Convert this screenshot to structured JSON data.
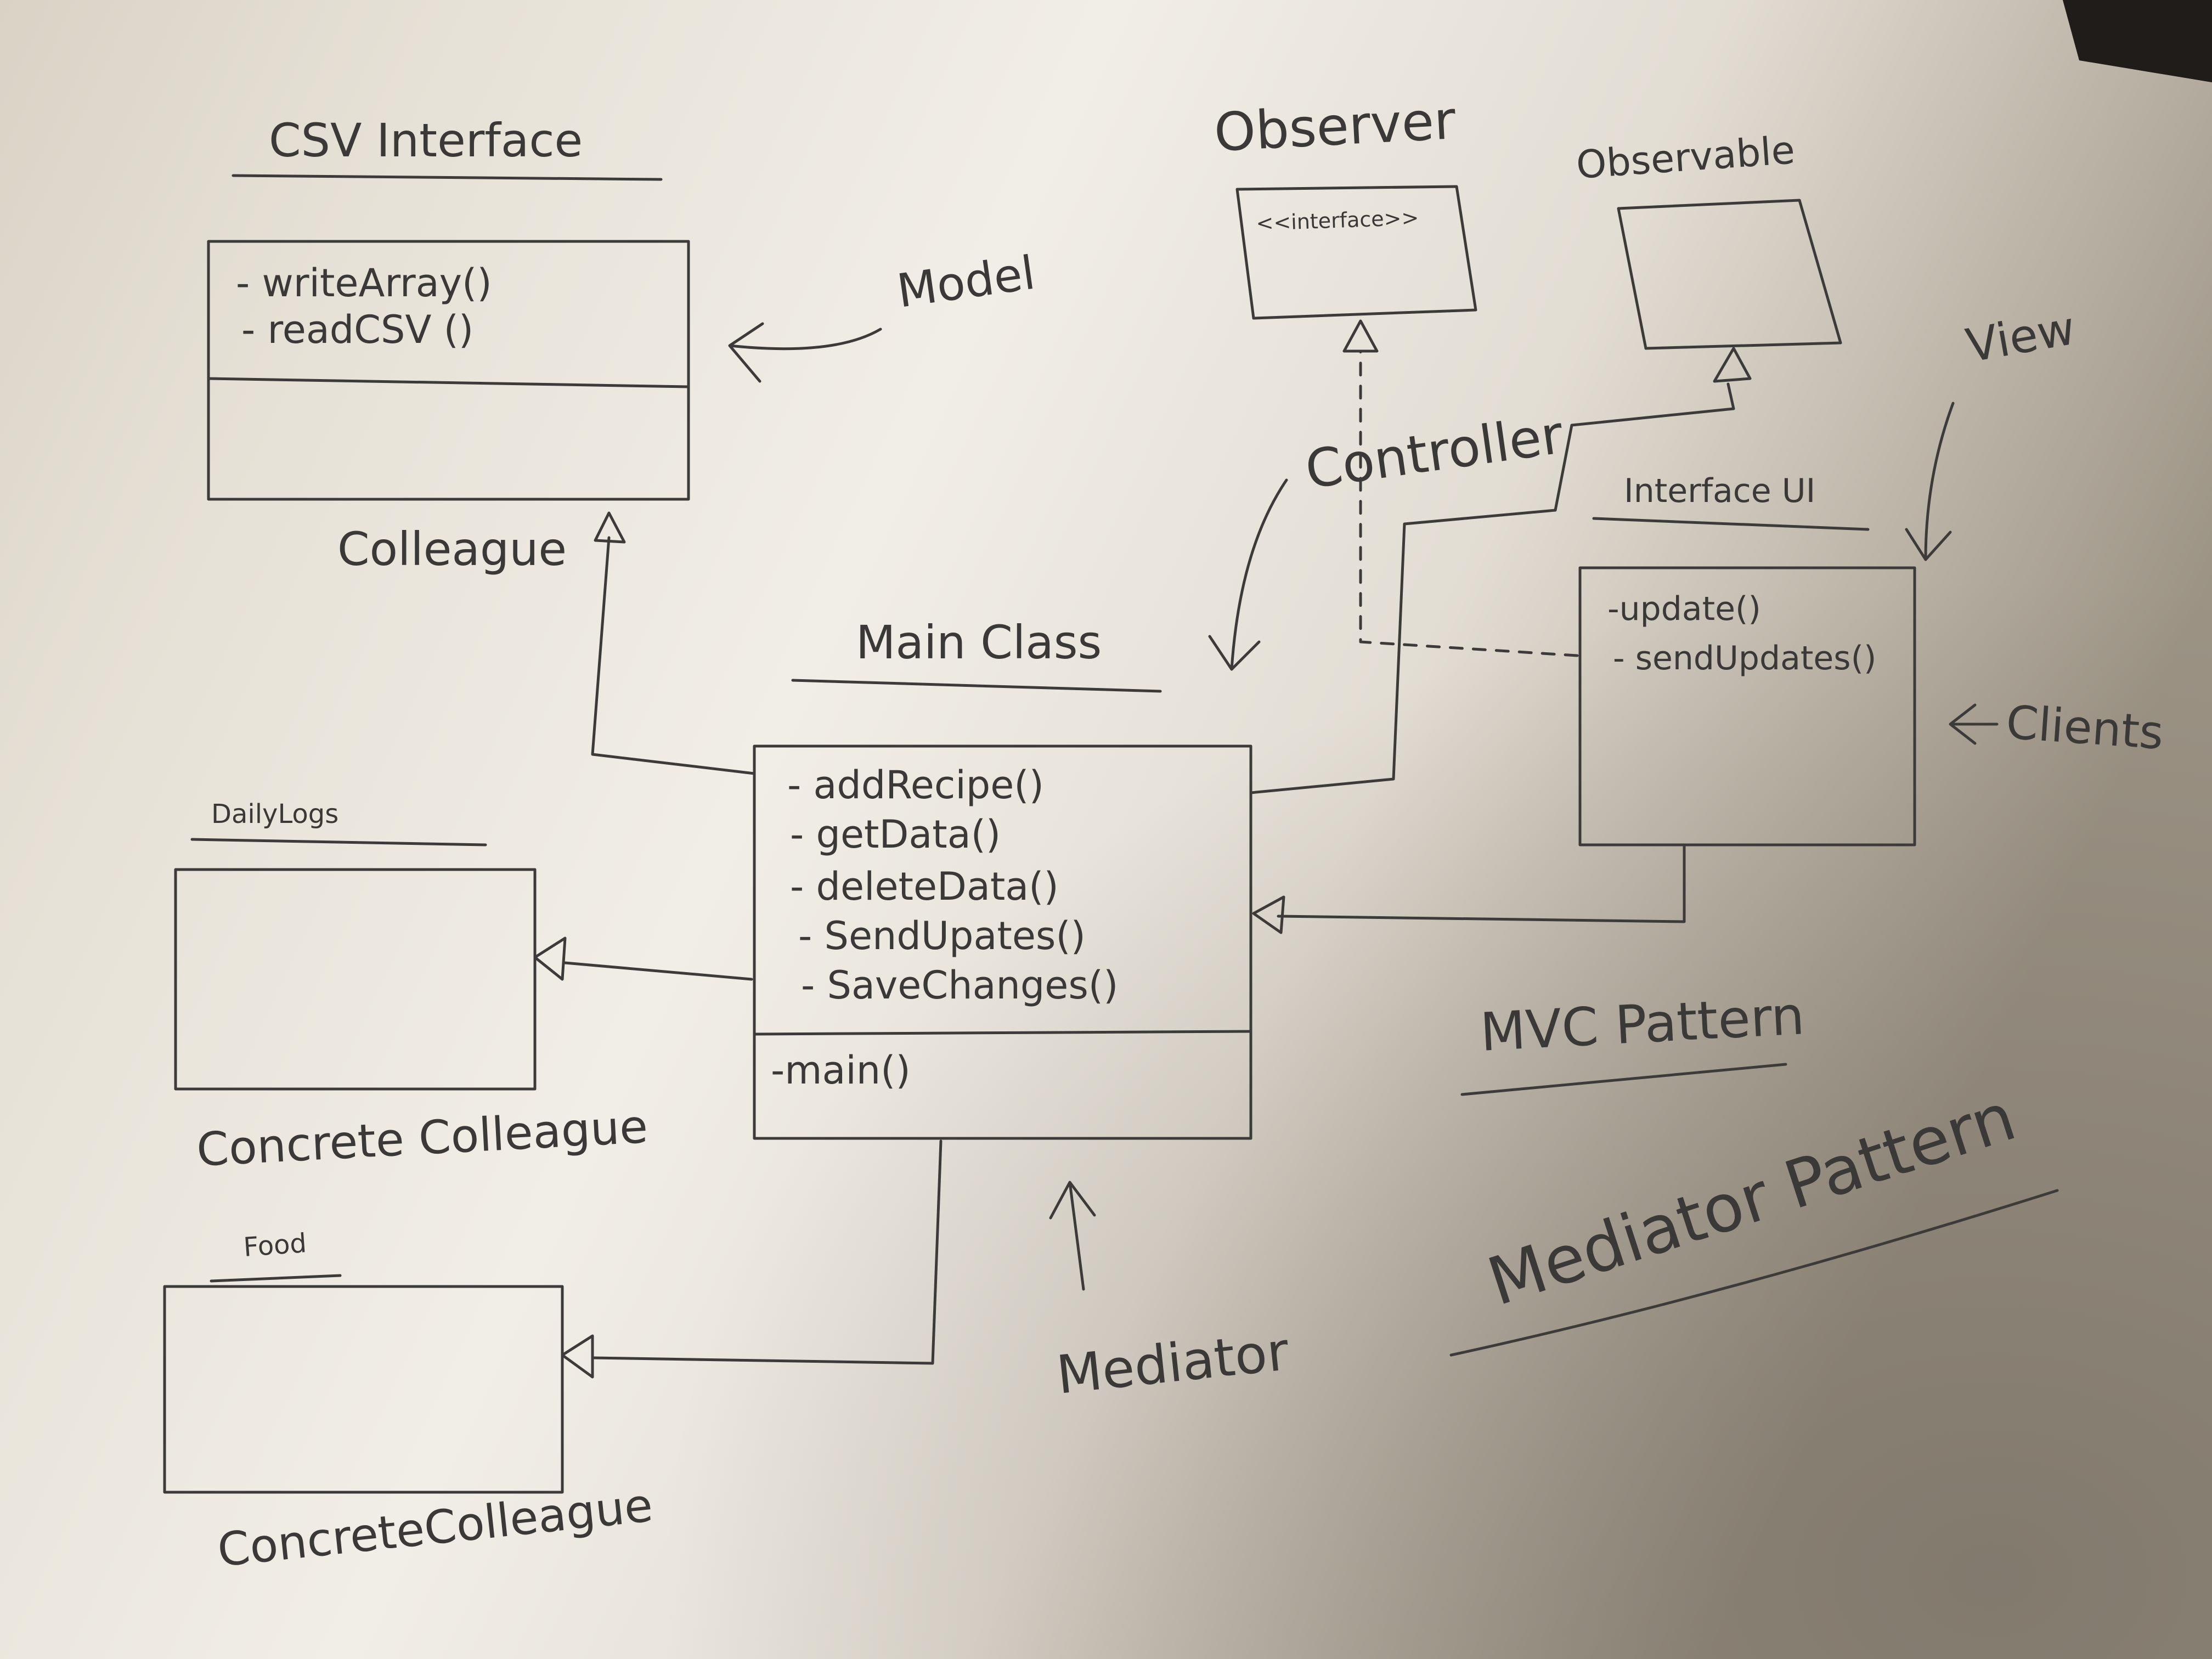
{
  "classes": {
    "csv": {
      "title": "CSV Interface",
      "methods": [
        "- writeArray()",
        "- readCSV ()"
      ]
    },
    "main": {
      "title": "Main Class",
      "methods": [
        "- addRecipe()",
        "- getData()",
        "- deleteData()",
        "- SendUpates()",
        "- SaveChanges()"
      ],
      "bottom": "-main()"
    },
    "daily": {
      "title": "DailyLogs"
    },
    "food": {
      "title": "Food"
    },
    "observer": {
      "title": "Observer",
      "stereotype": "<<interface>>"
    },
    "observable": {
      "title": "Observable"
    },
    "ui": {
      "title": "Interface UI",
      "methods": [
        "-update()",
        "- sendUpdates()"
      ]
    }
  },
  "annotations": {
    "model": "Model",
    "colleague": "Colleague",
    "concrete1": "Concrete Colleague",
    "concrete2": "ConcreteColleague",
    "controller": "Controller",
    "view": "View",
    "clients": "Clients",
    "mediator": "Mediator",
    "mvc": "MVC Pattern",
    "mediator_pattern": "Mediator Pattern"
  }
}
